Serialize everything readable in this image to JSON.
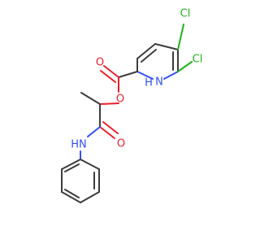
{
  "molecule": {
    "atoms": {
      "cl_top": {
        "label": "Cl",
        "color": "#1fb21f"
      },
      "cl_right": {
        "label": "Cl",
        "color": "#1fb21f"
      },
      "o_carbonyl_ester": {
        "label": "O",
        "color": "#e8212a"
      },
      "o_ester": {
        "label": "O",
        "color": "#e8212a"
      },
      "o_amide": {
        "label": "O",
        "color": "#e8212a"
      },
      "nh_pyrrole_n": {
        "label": "N",
        "color": "#3050f8"
      },
      "nh_pyrrole_h": {
        "label": "H",
        "color": "#3050f8"
      },
      "nh_amide": {
        "label": "HN",
        "color": "#3050f8"
      }
    }
  }
}
